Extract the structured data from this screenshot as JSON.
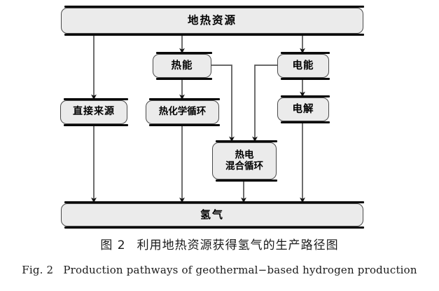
{
  "figure": {
    "number_cn": "图 2",
    "caption_cn": "利用地热资源获得氢气的生产路径图",
    "number_en": "Fig. 2",
    "caption_en": "Production pathways of geothermal−based hydrogen production"
  },
  "colors": {
    "node_fill": "#ebebeb",
    "node_border": "#4a4a4a",
    "node_shadow": "#0a0a0a",
    "connector": "#555555",
    "arrow_head": "#111111",
    "background": "#ffffff",
    "text": "#000000"
  },
  "diagram": {
    "type": "flowchart",
    "orientation": "top-to-bottom",
    "nodes": [
      {
        "id": "geothermal",
        "label": "地热资源",
        "role": "source",
        "level": 0
      },
      {
        "id": "thermal_energy",
        "label": "热能",
        "role": "energy",
        "level": 1
      },
      {
        "id": "electric_energy",
        "label": "电能",
        "role": "energy",
        "level": 1
      },
      {
        "id": "direct_source",
        "label": "直接来源",
        "role": "pathway",
        "level": 2
      },
      {
        "id": "thermochemical",
        "label": "热化学循环",
        "role": "pathway",
        "level": 2
      },
      {
        "id": "electrolysis",
        "label": "电解",
        "role": "pathway",
        "level": 2
      },
      {
        "id": "hybrid",
        "label": "热电\n混合循环",
        "role": "pathway",
        "level": 3
      },
      {
        "id": "hydrogen",
        "label": "氢气",
        "role": "product",
        "level": 4
      }
    ],
    "edges": [
      {
        "from": "geothermal",
        "to": "direct_source",
        "style": "elbow"
      },
      {
        "from": "geothermal",
        "to": "thermal_energy",
        "style": "straight"
      },
      {
        "from": "geothermal",
        "to": "electric_energy",
        "style": "straight"
      },
      {
        "from": "thermal_energy",
        "to": "thermochemical",
        "style": "straight"
      },
      {
        "from": "thermal_energy",
        "to": "hybrid",
        "style": "elbow"
      },
      {
        "from": "electric_energy",
        "to": "electrolysis",
        "style": "straight"
      },
      {
        "from": "electric_energy",
        "to": "hybrid",
        "style": "elbow"
      },
      {
        "from": "direct_source",
        "to": "hydrogen",
        "style": "straight"
      },
      {
        "from": "thermochemical",
        "to": "hydrogen",
        "style": "straight"
      },
      {
        "from": "electrolysis",
        "to": "hydrogen",
        "style": "straight"
      },
      {
        "from": "hybrid",
        "to": "hydrogen",
        "style": "straight"
      }
    ]
  }
}
